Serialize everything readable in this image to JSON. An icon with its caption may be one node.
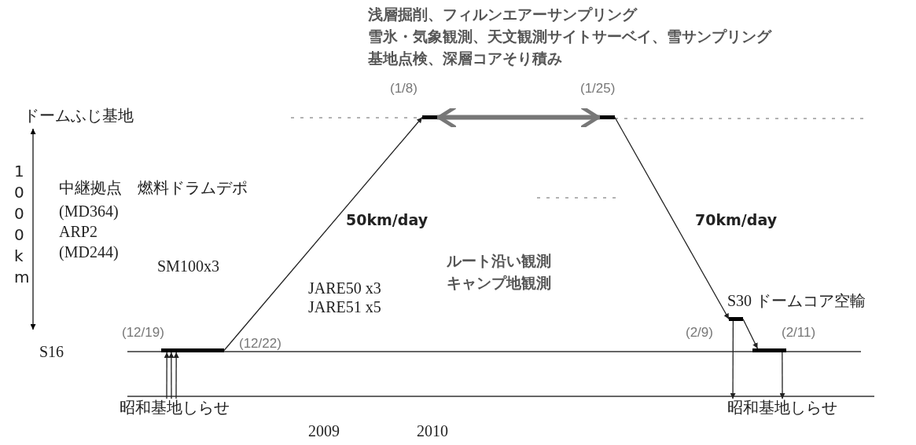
{
  "diagram": {
    "nodes": [
      {
        "text": [],
        "shape": "bar",
        "beside": [
          "(12/19)",
          "(12/22)"
        ]
      },
      {
        "text": [],
        "shape": "bar",
        "beside": [
          "(1/8)"
        ]
      },
      {
        "text": [],
        "shape": "bar",
        "beside": [
          "(1/25)"
        ]
      },
      {
        "text": [],
        "shape": "bar",
        "beside": [
          "(2/9)"
        ]
      },
      {
        "text": [],
        "shape": "bar",
        "beside": [
          "(2/11)"
        ]
      },
      {
        "text": [
          "昭和基地しらせ"
        ]
      },
      {
        "text": [
          "昭和基地しらせ"
        ]
      }
    ],
    "edges": [
      {
        "from": 0,
        "to": 1,
        "arrow": "to",
        "label": "50km/day"
      },
      {
        "from": 1,
        "to": 2,
        "arrow": "both",
        "style": "thick",
        "color": "#777777"
      },
      {
        "from": 2,
        "to": 3,
        "arrow": "to",
        "label": "70km/day"
      },
      {
        "from": 3,
        "to": 4,
        "arrow": "to"
      },
      {
        "from": 5,
        "to": 0,
        "arrow": "to"
      },
      {
        "from": 5,
        "to": 0,
        "arrow": "to"
      },
      {
        "from": 5,
        "to": 0,
        "arrow": "to"
      },
      {
        "from": 3,
        "to": 6,
        "arrow": "to"
      },
      {
        "from": 4,
        "to": 6,
        "arrow": "to"
      }
    ],
    "labels": [
      "浅層掘削、フィルンエアーサンプリング",
      "雪氷・気象観測、天文観測サイトサーベイ、雪サンプリング",
      "基地点検、深層コアそり積み",
      "ドームふじ基地",
      "1000km",
      "中継拠点　燃料ドラムデポ",
      "(MD364)",
      "ARP2",
      "(MD244)",
      "SM100x3",
      "JARE50 x3",
      "JARE51 x5",
      "ルート沿い観測",
      "キャンプ地観測",
      "S30 ドームコア空輸",
      "S16",
      "2009",
      "2010"
    ]
  }
}
